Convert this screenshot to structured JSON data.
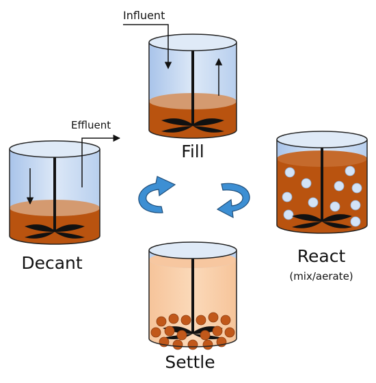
{
  "labels": {
    "fill": "Fill",
    "react": "React",
    "react_sub": "(mix/aerate)",
    "settle": "Settle",
    "decant": "Decant",
    "influent": "Influent",
    "effluent": "Effluent"
  },
  "colors": {
    "water_top": "#d9e6f6",
    "water_bottom": "#a9c4ea",
    "tank_outline": "#222222",
    "sludge": "#b9530f",
    "sludge_surface": "#d49a70",
    "settle_liquid": "#f9cfa8",
    "settle_particle": "#c1581a",
    "bubble": "#d3e3f7",
    "mixer": "#111111",
    "cycle_arrow": "#3d8fd3"
  },
  "icons": {
    "cycle_left": "clockwise-curved-arrow-icon",
    "cycle_right": "counterclockwise-curved-arrow-icon",
    "mixer": "mixer-impeller-icon"
  }
}
